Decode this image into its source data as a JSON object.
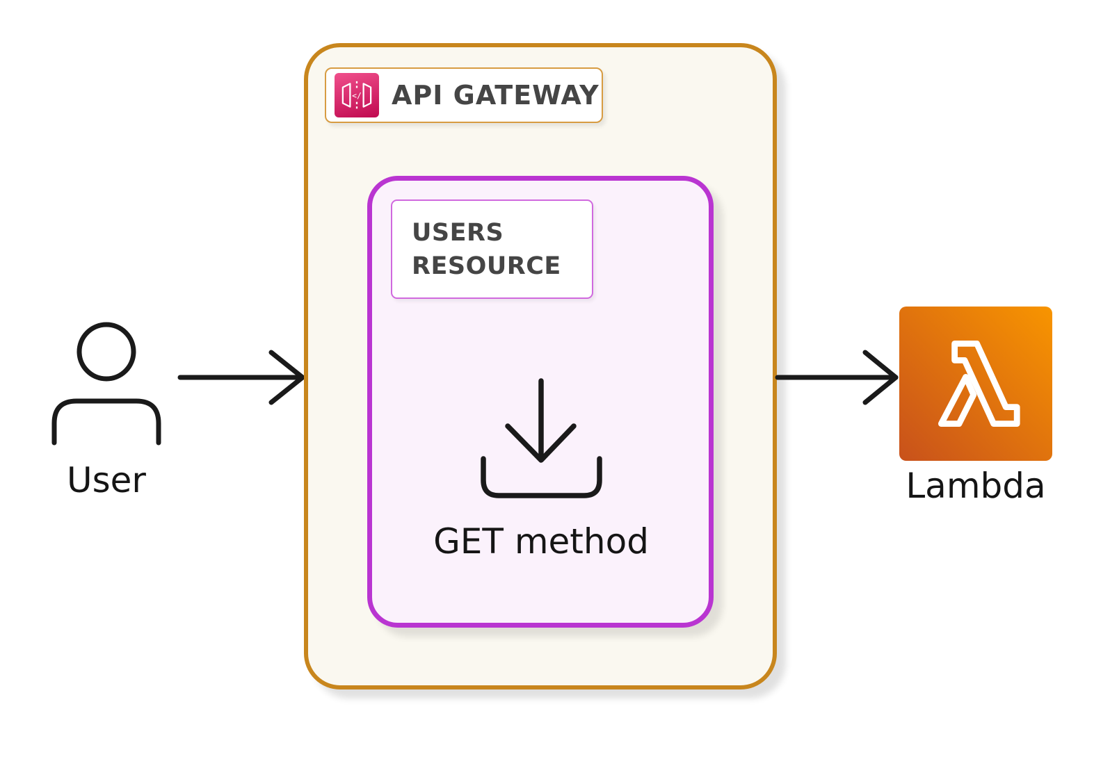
{
  "diagram": {
    "user": {
      "label": "User"
    },
    "api_gateway": {
      "title": "API GATEWAY"
    },
    "users_resource": {
      "lines": [
        "USERS",
        "RESOURCE"
      ]
    },
    "get_method": {
      "label": "GET method"
    },
    "lambda": {
      "label": "Lambda"
    },
    "gateway_icon_glyph": "</"
  },
  "colors": {
    "outer_box_border": "#C8861D",
    "outer_box_fill": "#FAF8F0",
    "inner_box_border": "#B935D1",
    "inner_box_fill": "#FBF2FC",
    "resource_badge_border": "#D069DE",
    "badge_border": "#D79C42",
    "api_gateway_icon_gradient": [
      "#F0508C",
      "#C00A50"
    ],
    "lambda_icon_gradient": [
      "#C8511B",
      "#F89500"
    ],
    "badge_text": "#454545",
    "label_text": "#151515",
    "arrow": "#151515"
  }
}
